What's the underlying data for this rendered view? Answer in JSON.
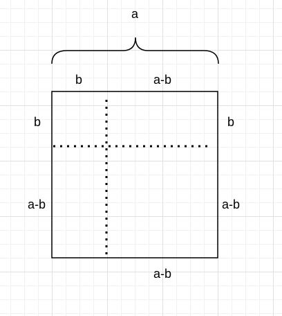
{
  "labels": {
    "brace": "a",
    "top_left": "b",
    "top_right": "a-b",
    "left_top": "b",
    "left_bottom": "a-b",
    "right_top": "b",
    "right_bottom": "a-b",
    "bottom": "a-b"
  },
  "colors": {
    "stroke": "#000000",
    "grid_major": "#e0e0e0",
    "grid_minor": "#f1f1f1",
    "background": "#ffffff"
  }
}
